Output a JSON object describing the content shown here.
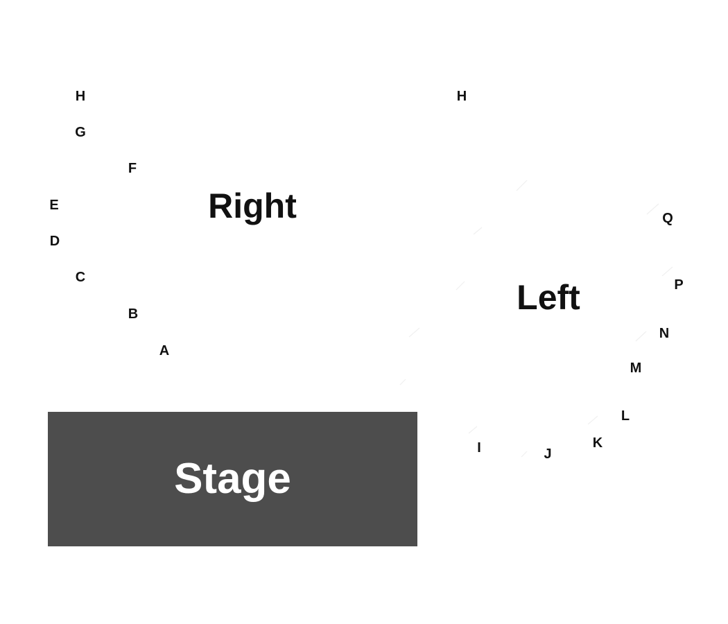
{
  "sections": {
    "right": {
      "label": "Right",
      "rows": [
        "H",
        "G",
        "F",
        "E",
        "D",
        "C",
        "B",
        "A"
      ]
    },
    "left": {
      "label": "Left",
      "rows": [
        "H",
        "Q",
        "P",
        "N",
        "M",
        "L",
        "K",
        "J",
        "I"
      ]
    }
  },
  "stage": {
    "label": "Stage",
    "color": "#4d4d4d",
    "text_color": "#ffffff"
  },
  "colors": {
    "background": "#ffffff",
    "text": "#111111"
  }
}
